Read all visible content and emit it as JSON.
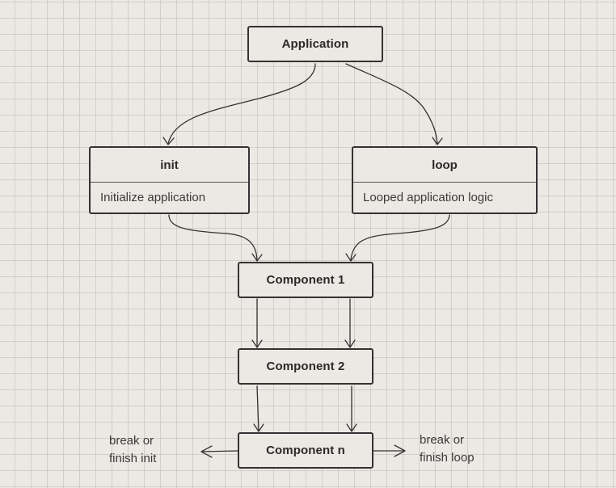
{
  "nodes": {
    "application": {
      "title": "Application"
    },
    "init": {
      "title": "init",
      "description": "Initialize application"
    },
    "loop": {
      "title": "loop",
      "description": "Looped application logic"
    },
    "component_1": {
      "title": "Component 1"
    },
    "component_2": {
      "title": "Component 2"
    },
    "component_n": {
      "title": "Component n"
    }
  },
  "annotations": {
    "left": {
      "line1": "break or",
      "line2": "finish init"
    },
    "right": {
      "line1": "break or",
      "line2": "finish loop"
    }
  },
  "colors": {
    "background": "#ece8e4",
    "grid": "#bebab6",
    "stroke": "#333333"
  },
  "edges": [
    {
      "from": "application",
      "to": "init"
    },
    {
      "from": "application",
      "to": "loop"
    },
    {
      "from": "init",
      "to": "component_1"
    },
    {
      "from": "loop",
      "to": "component_1"
    },
    {
      "from": "component_1",
      "to": "component_2"
    },
    {
      "from": "component_1",
      "to": "component_2"
    },
    {
      "from": "component_2",
      "to": "component_n"
    },
    {
      "from": "component_2",
      "to": "component_n"
    },
    {
      "from": "component_n",
      "to": "break or finish init"
    },
    {
      "from": "component_n",
      "to": "break or finish loop"
    }
  ]
}
